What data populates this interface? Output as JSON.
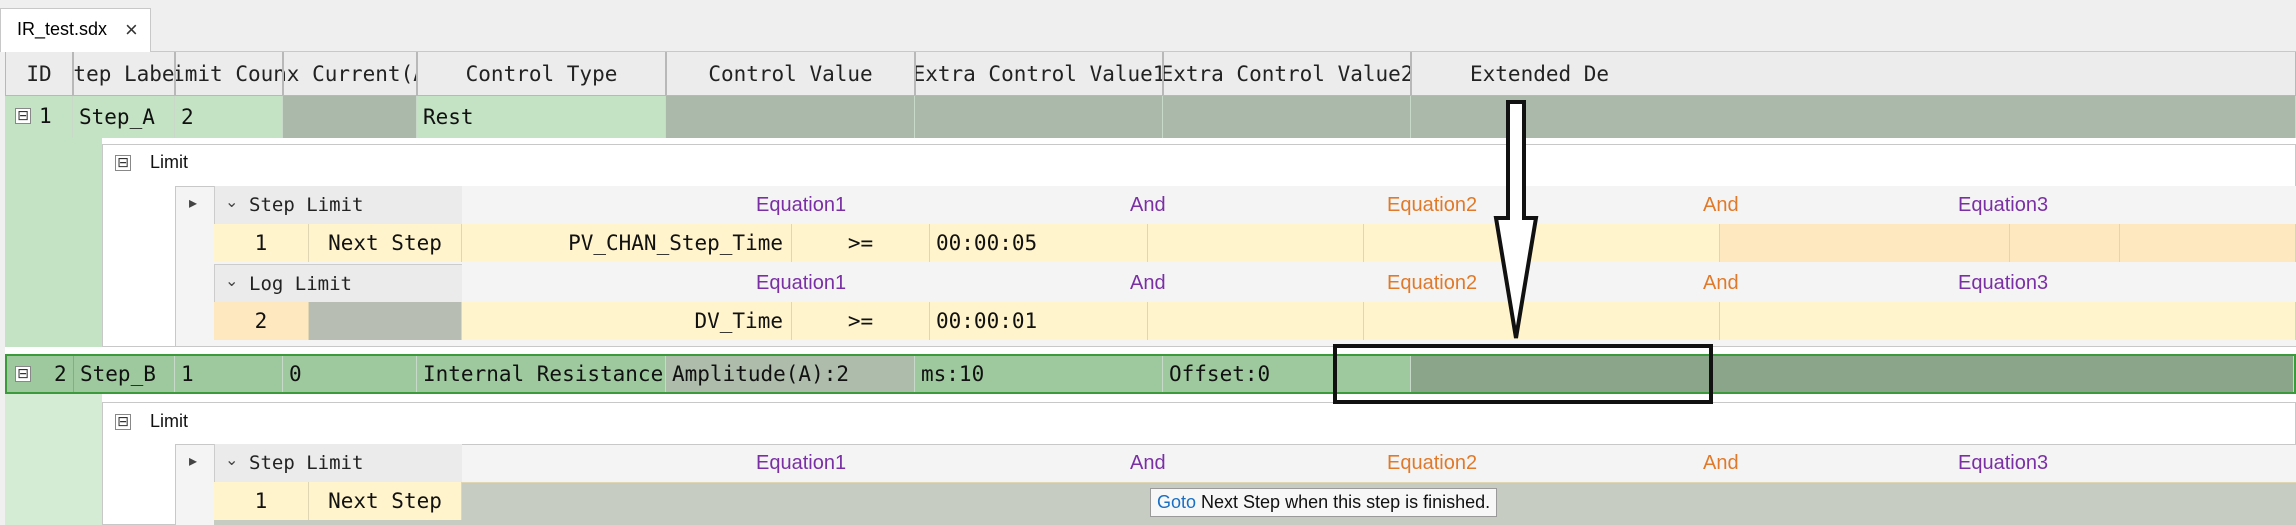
{
  "tab": {
    "label": "IR_test.sdx",
    "close": "×"
  },
  "columns": [
    "ID",
    "Step Label",
    "Limit Count",
    "Max Current(A)",
    "Control Type",
    "Control Value",
    "Extra Control Value1",
    "Extra Control Value2",
    "Extended De"
  ],
  "steps": [
    {
      "expander": "⊟",
      "id": "1",
      "label": "Step_A",
      "limit_count": "2",
      "max_current": "",
      "control_type": "Rest",
      "control_value": "",
      "extra1": "",
      "extra2": ""
    },
    {
      "expander": "⊟",
      "id": "2",
      "label": "Step_B",
      "limit_count": "1",
      "max_current": "0",
      "control_type": "Internal Resistance",
      "control_value": "Amplitude(A):2",
      "extra1": "ms:10",
      "extra2": "Offset:0"
    }
  ],
  "limit_panel_title": "Limit",
  "limit_groups": {
    "step_limit": "Step Limit",
    "log_limit": "Log Limit",
    "equation1": "Equation1",
    "and": "And",
    "equation2": "Equation2",
    "equation3": "Equation3"
  },
  "step1_limits": {
    "step_row": {
      "num": "1",
      "goto": "Next Step",
      "variable": "PV_CHAN_Step_Time",
      "op": ">=",
      "value": "00:00:05"
    },
    "log_row": {
      "num": "2",
      "goto": "",
      "variable": "DV_Time",
      "op": ">=",
      "value": "00:00:01"
    }
  },
  "step2_limits": {
    "step_row": {
      "num": "1",
      "goto": "Next Step"
    }
  },
  "tooltip": {
    "keyword": "Goto",
    "text": " Next Step when this step is finished."
  },
  "colors": {
    "step_row_green": "#c4e2c4",
    "step_row_selected": "#9ec99e",
    "limit_yellow": "#fff4cc",
    "limit_orange": "#fde8bf",
    "equation_purple": "#7b2fa5",
    "equation_orange": "#e07a2a"
  }
}
